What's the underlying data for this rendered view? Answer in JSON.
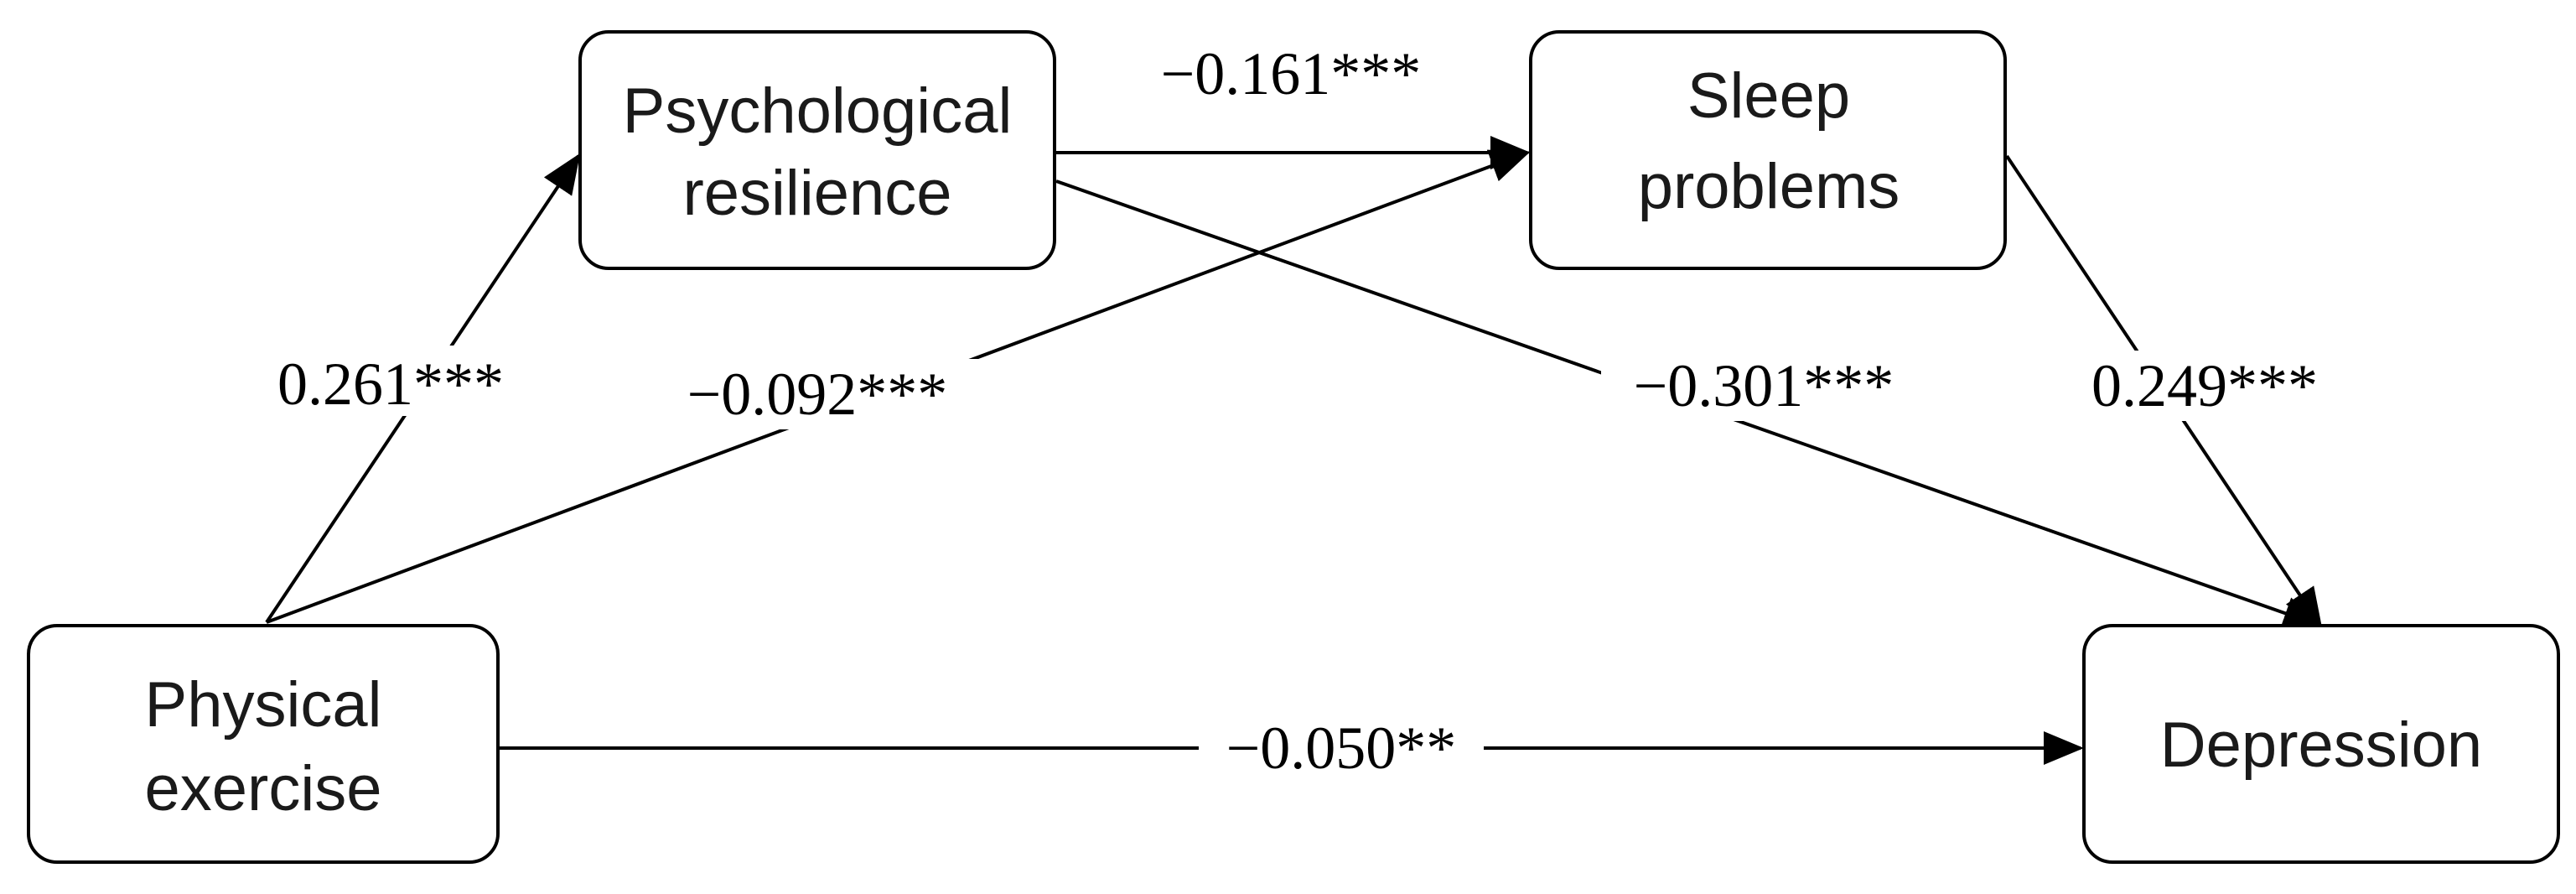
{
  "nodes": {
    "psychological_resilience": {
      "line1": "Psychological",
      "line2": "resilience"
    },
    "sleep_problems": {
      "line1": "Sleep",
      "line2": "problems"
    },
    "physical_exercise": {
      "line1": "Physical",
      "line2": "exercise"
    },
    "depression": {
      "line1": "Depression"
    }
  },
  "edges": {
    "exercise_to_resilience": "0.261***",
    "resilience_to_sleep": "−0.161***",
    "exercise_to_sleep": "−0.092***",
    "resilience_to_depression": "−0.301***",
    "sleep_to_depression": "0.249***",
    "exercise_to_depression": "−0.050**"
  },
  "colors": {
    "stroke": "#000000",
    "background": "#ffffff"
  }
}
